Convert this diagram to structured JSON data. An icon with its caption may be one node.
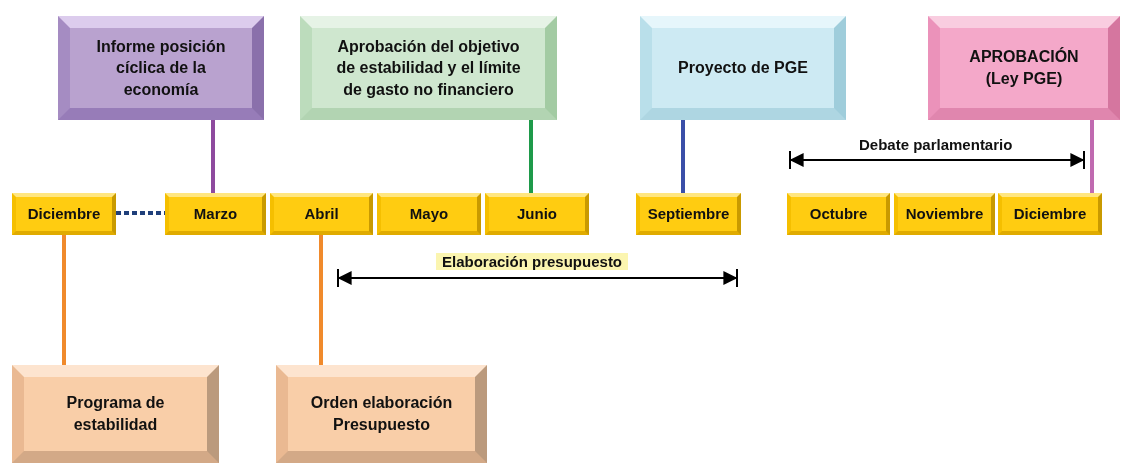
{
  "diagram": {
    "nodes": [
      {
        "text": [
          "Informe posición cíclica de la economía"
        ]
      },
      {
        "text": [
          "Aprobación del objetivo de estabilidad y el límite de gasto no financiero"
        ]
      },
      {
        "text": [
          "Proyecto de PGE"
        ]
      },
      {
        "text": [
          "APROBACIÓN (Ley PGE)"
        ]
      },
      {
        "text": [
          "Diciembre"
        ]
      },
      {
        "text": [
          "Marzo"
        ]
      },
      {
        "text": [
          "Abril"
        ]
      },
      {
        "text": [
          "Mayo"
        ]
      },
      {
        "text": [
          "Junio"
        ]
      },
      {
        "text": [
          "Septiembre"
        ]
      },
      {
        "text": [
          "Octubre"
        ]
      },
      {
        "text": [
          "Noviembre"
        ]
      },
      {
        "text": [
          "Diciembre"
        ]
      },
      {
        "text": [
          "Programa de estabilidad"
        ]
      },
      {
        "text": [
          "Orden elaboración Presupuesto"
        ]
      }
    ],
    "edges": [
      {
        "from": 0,
        "to": 5,
        "arrow": "none",
        "color": "#8e4a9e"
      },
      {
        "from": 1,
        "to": 8,
        "arrow": "none",
        "color": "#1e9a4a"
      },
      {
        "from": 2,
        "to": 9,
        "arrow": "none",
        "color": "#3a4fa8"
      },
      {
        "from": 3,
        "to": 12,
        "arrow": "none",
        "color": "#c06ab0"
      },
      {
        "from": 4,
        "to": 5,
        "arrow": "none",
        "style": "dashed",
        "color": "#1f3f7a"
      },
      {
        "from": 4,
        "to": 13,
        "arrow": "none",
        "color": "#f08a2c"
      },
      {
        "from": 6,
        "to": 14,
        "arrow": "none",
        "color": "#f08a2c"
      }
    ],
    "labels": [
      "Debate parlamentario",
      "Elaboración presupuesto"
    ]
  }
}
